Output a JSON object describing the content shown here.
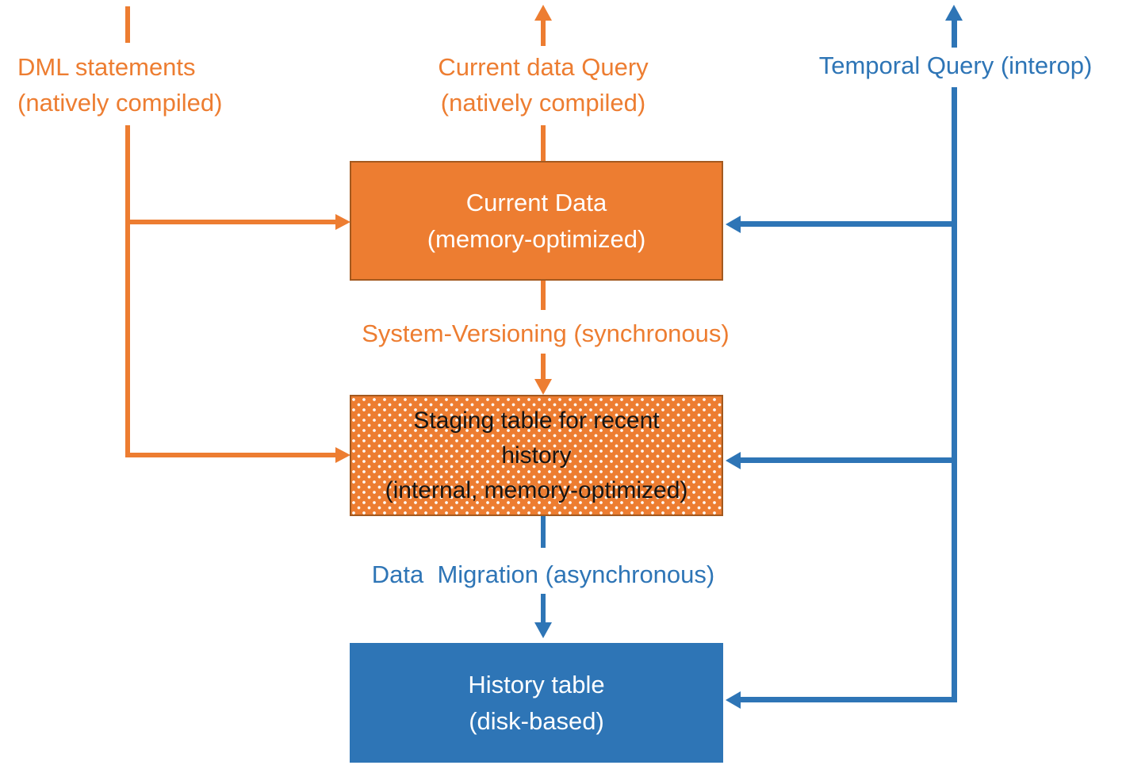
{
  "diagram": {
    "colors": {
      "orange": "#ED7D31",
      "orange_border": "#A3591F",
      "blue": "#2E75B6",
      "box_text_light": "#FFFFFF",
      "staging_text": "#151515",
      "background": "#FFFFFF"
    },
    "labels": {
      "dml": {
        "lines": [
          "DML statements",
          "(natively compiled)"
        ]
      },
      "current_query": {
        "lines": [
          "Current data Query",
          "(natively compiled)"
        ]
      },
      "temporal_query": "Temporal Query (interop)",
      "system_versioning": "System-Versioning (synchronous)",
      "data_migration": "Data  Migration (asynchronous)"
    },
    "boxes": {
      "current_data": {
        "lines": [
          "Current Data",
          "(memory-optimized)"
        ]
      },
      "staging": {
        "lines": [
          "Staging table for recent",
          "history",
          "(internal, memory-optimized)"
        ]
      },
      "history": {
        "lines": [
          "History table",
          "(disk-based)"
        ]
      }
    }
  }
}
